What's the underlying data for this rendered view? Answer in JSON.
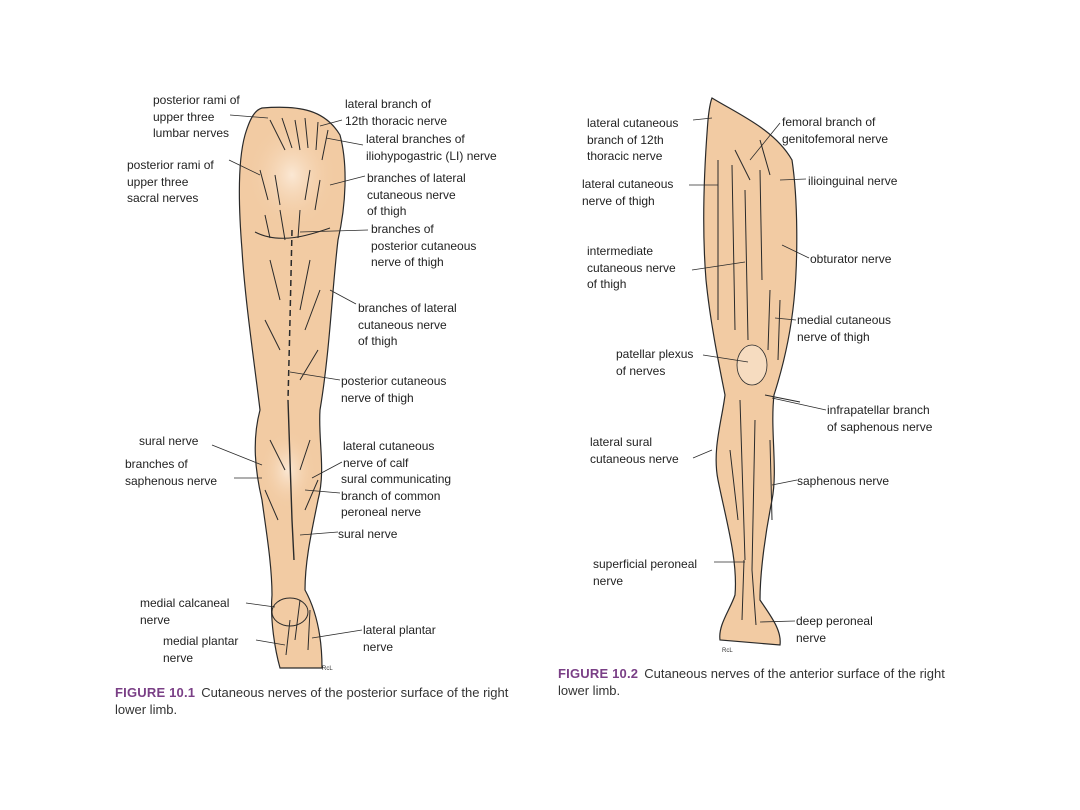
{
  "colors": {
    "skin": "#f2cba3",
    "skin_light": "#f6dcc0",
    "outline": "#2a2a2a",
    "caption_accent": "#7a3f86",
    "text": "#222222"
  },
  "posterior_labels": {
    "posterior_rami_lumbar": "posterior rami of\nupper three\nlumbar nerves",
    "lateral_branch_12th_thoracic": "lateral branch of\n12th thoracic nerve",
    "lateral_branches_iliohypogastric": "lateral branches of\niliohypogastric (LI) nerve",
    "posterior_rami_sacral": "posterior rami of\nupper three\nsacral nerves",
    "branches_lateral_cutaneous_upper": "branches of lateral\ncutaneous nerve\nof thigh",
    "branches_posterior_cutaneous": "branches of\nposterior cutaneous\nnerve of thigh",
    "branches_lateral_cutaneous_lower": "branches of lateral\ncutaneous nerve\nof thigh",
    "posterior_cutaneous_thigh": "posterior cutaneous\nnerve of thigh",
    "sural_nerve_upper": "sural nerve",
    "branches_saphenous": "branches of\nsaphenous nerve",
    "lateral_cutaneous_calf": "lateral cutaneous\nnerve of calf",
    "sural_communicating": "sural communicating\nbranch of common\nperoneal nerve",
    "sural_nerve_lower": "sural nerve",
    "medial_calcaneal": "medial calcaneal\nnerve",
    "medial_plantar": "medial plantar\nnerve",
    "lateral_plantar": "lateral plantar\nnerve"
  },
  "anterior_labels": {
    "lateral_cutaneous_12th": "lateral cutaneous\nbranch of 12th\nthoracic nerve",
    "femoral_branch_genitofemoral": "femoral branch of\ngenitofemoral nerve",
    "lateral_cutaneous_thigh": "lateral cutaneous\nnerve of thigh",
    "ilioinguinal": "ilioinguinal nerve",
    "intermediate_cutaneous": "intermediate\ncutaneous nerve\nof thigh",
    "obturator": "obturator nerve",
    "medial_cutaneous_thigh": "medial cutaneous\nnerve of thigh",
    "patellar_plexus": "patellar plexus\nof nerves",
    "infrapatellar_branch": "infrapatellar branch\nof saphenous nerve",
    "lateral_sural_cutaneous": "lateral sural\ncutaneous nerve",
    "saphenous": "saphenous nerve",
    "superficial_peroneal": "superficial peroneal\nnerve",
    "deep_peroneal": "deep peroneal\nnerve"
  },
  "captions": {
    "fig1_label": "FIGURE 10.1",
    "fig1_text": "Cutaneous nerves of the posterior surface of the right lower limb.",
    "fig2_label": "FIGURE 10.2",
    "fig2_text": "Cutaneous nerves of the anterior surface of the right lower limb."
  },
  "artist_marks": {
    "posterior": "RcL",
    "anterior": "RcL"
  }
}
